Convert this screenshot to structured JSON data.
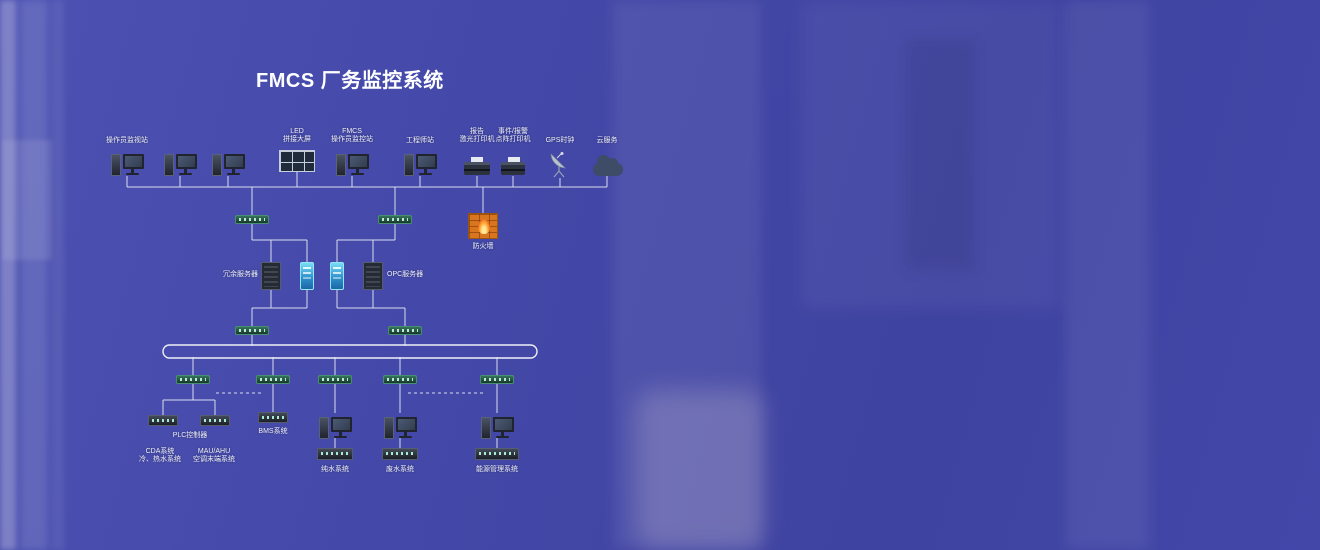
{
  "title": "FMCS 厂务监控系统",
  "labels": {
    "operator_station": "操作员监视站",
    "led_wall": "LED\n拼接大屏",
    "fmcs_station": "FMCS\n操作员监控站",
    "engineer_station": "工程师站",
    "laser_printer": "报告\n激光打印机",
    "dot_printer": "事件/报警\n点阵打印机",
    "gps_clock": "GPS时钟",
    "cloud_service": "云服务",
    "firewall": "防火墙",
    "redundant_server": "冗余服务器",
    "opc_server": "OPC服务器",
    "plc_controller": "PLC控制器",
    "cda_system": "CDA系统\n冷、热水系统",
    "mau_ahu_system": "MAU/AHU\n空调末端系统",
    "bms_system": "BMS系统",
    "pure_water_system": "纯水系统",
    "waste_water_system": "废水系统",
    "energy_system": "能源管理系统"
  },
  "colors": {
    "background": "#4247a6",
    "line": "#e9edf6",
    "switch_green": "#2e6b52",
    "firewall_orange": "#d8751f",
    "server_blue": "#3fa8d8"
  }
}
